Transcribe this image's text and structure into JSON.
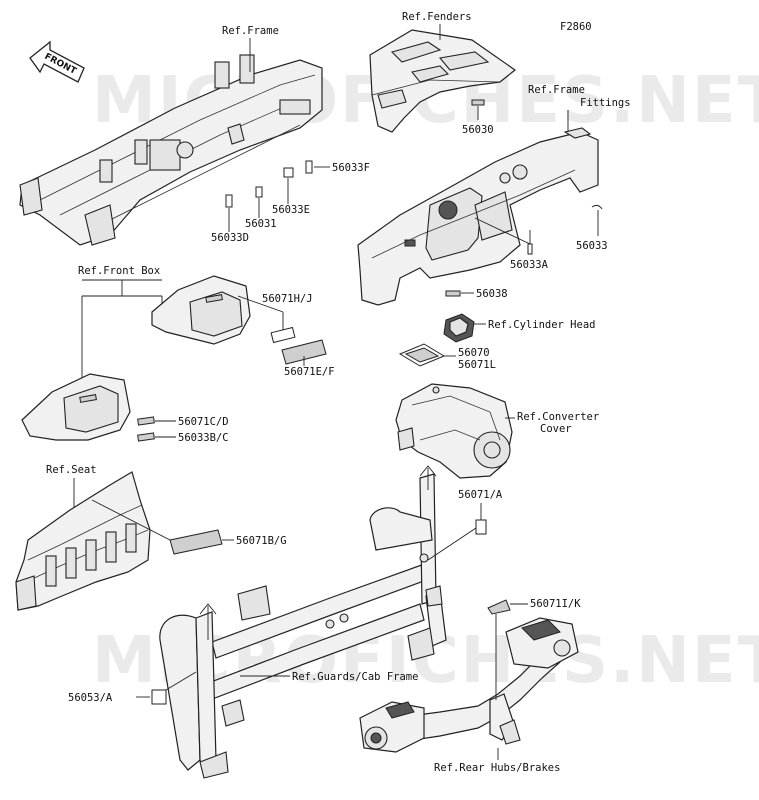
{
  "figure_code": "F2860",
  "front_badge": "FRONT",
  "watermark": "MICROFICHES.NET",
  "labels": {
    "ref_frame": "Ref.Frame",
    "ref_fenders": "Ref.Fenders",
    "ref_frame_fittings_1": "Ref.Frame",
    "ref_frame_fittings_2": "Fittings",
    "p56030": "56030",
    "p56033f": "56033F",
    "p56033e": "56033E",
    "p56031": "56031",
    "p56033d": "56033D",
    "p56033": "56033",
    "p56033a": "56033A",
    "p56038": "56038",
    "ref_cylinder_head": "Ref.Cylinder Head",
    "p56070": "56070",
    "p56071l": "56071L",
    "ref_converter_1": "Ref.Converter",
    "ref_converter_2": "Cover",
    "ref_front_box": "Ref.Front Box",
    "p56071hj": "56071H/J",
    "p56071ef": "56071E/F",
    "p56071cd": "56071C/D",
    "p56033bc": "56033B/C",
    "ref_seat": "Ref.Seat",
    "p56071bg": "56071B/G",
    "p56071a": "56071/A",
    "p56071ik": "56071I/K",
    "ref_guards": "Ref.Guards/Cab Frame",
    "p56053a": "56053/A",
    "ref_rear_hubs": "Ref.Rear Hubs/Brakes"
  }
}
